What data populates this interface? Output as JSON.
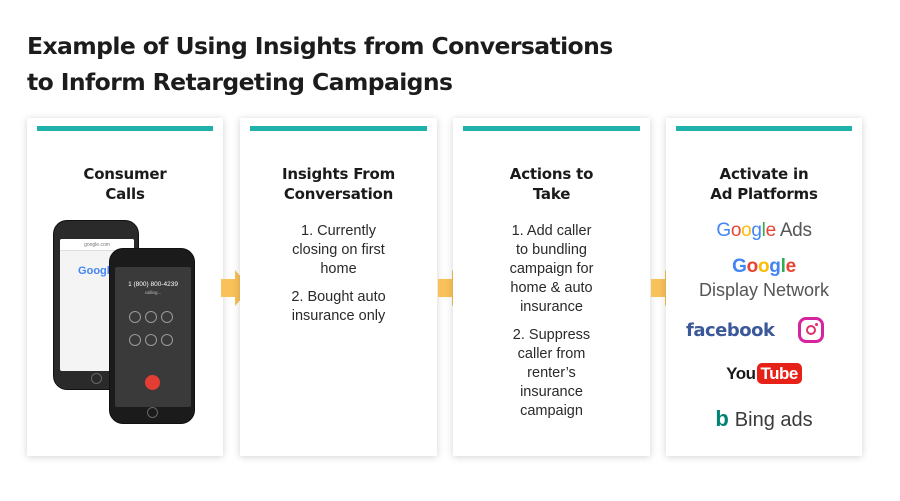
{
  "title": {
    "line1": "Example of Using Insights from Conversations",
    "line2": "to Inform Retargeting Campaigns"
  },
  "colors": {
    "accent_bar": "#20b2aa",
    "arrow": "#f9c15a"
  },
  "cards": [
    {
      "heading": [
        "Consumer",
        "Calls"
      ],
      "phone": {
        "url": "google.com",
        "search_logo": "Google",
        "number": "1 (800) 800-4239",
        "status": "calling..."
      }
    },
    {
      "heading": [
        "Insights From",
        "Conversation"
      ],
      "items": [
        [
          "1. Currently",
          "closing on first",
          "home"
        ],
        [
          "2. Bought auto",
          "insurance only"
        ]
      ]
    },
    {
      "heading": [
        "Actions to",
        "Take"
      ],
      "items": [
        [
          "1. Add caller",
          "to bundling",
          "campaign for",
          "home & auto",
          "insurance"
        ],
        [
          "2. Suppress",
          "caller from",
          "renter’s",
          "insurance",
          "campaign"
        ]
      ]
    },
    {
      "heading": [
        "Activate in",
        "Ad Platforms"
      ],
      "platforms": {
        "google_ads": {
          "brand": "Google",
          "word": "Ads"
        },
        "google_display": {
          "brand": "Google",
          "sub": "Display Network"
        },
        "facebook": "facebook",
        "instagram": "instagram-icon",
        "youtube": {
          "you": "You",
          "tube": "Tube"
        },
        "bing": {
          "mark": "b",
          "word": "Bing ads"
        }
      }
    }
  ]
}
